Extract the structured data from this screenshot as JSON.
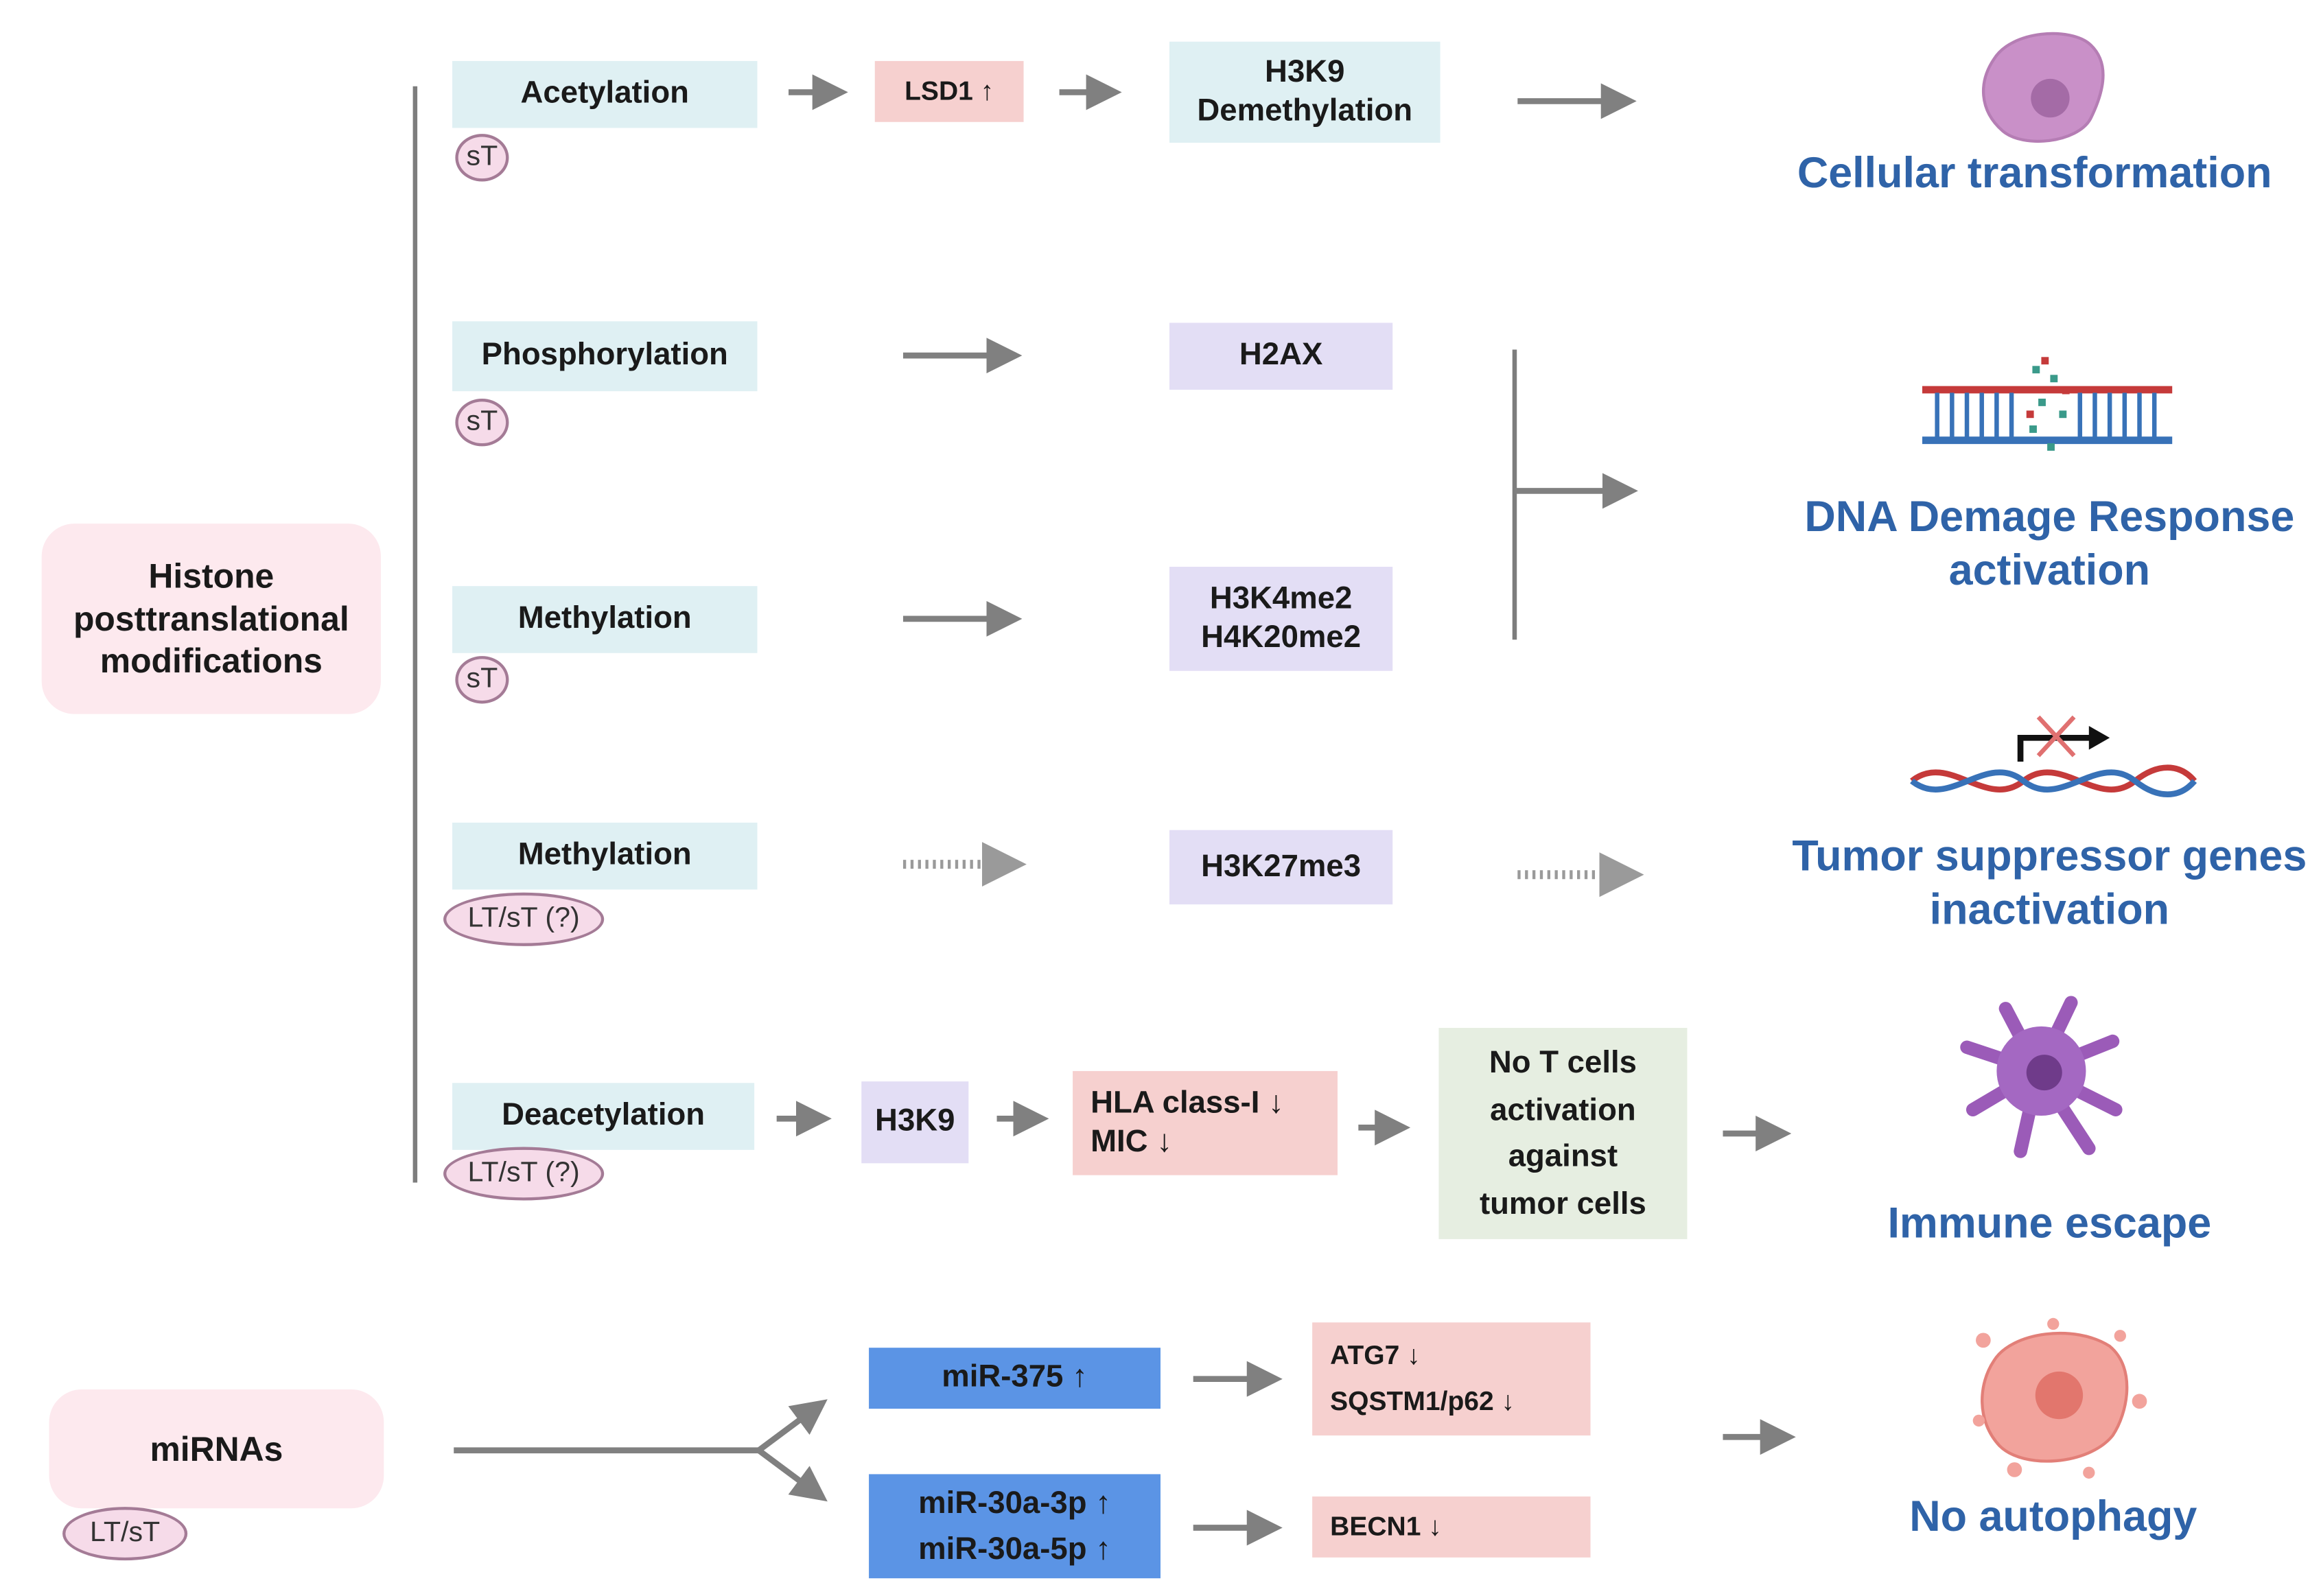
{
  "left": {
    "histone": "Histone posttranslational modifications",
    "mirnas": "miRNAs",
    "mirnas_tag": "LT/sT"
  },
  "rows": {
    "acetylation": {
      "label": "Acetylation",
      "tag": "sT",
      "mid": "LSD1 ↑",
      "target_line1": "H3K9",
      "target_line2": "Demethylation"
    },
    "phosphorylation": {
      "label": "Phosphorylation",
      "tag": "sT",
      "target": "H2AX"
    },
    "methylation1": {
      "label": "Methylation",
      "tag": "sT",
      "target_line1": "H3K4me2",
      "target_line2": "H4K20me2"
    },
    "methylation2": {
      "label": "Methylation",
      "tag": "LT/sT (?)",
      "target": "H3K27me3"
    },
    "deacetylation": {
      "label": "Deacetylation",
      "tag": "LT/sT (?)",
      "mid": "H3K9",
      "hla_line1": "HLA class-I ↓",
      "hla_line2": "MIC ↓",
      "tcell_line1": "No T cells",
      "tcell_line2": "activation",
      "tcell_line3": "against",
      "tcell_line4": "tumor cells"
    },
    "mir375": {
      "label": "miR-375 ↑",
      "target_line1": "ATG7 ↓",
      "target_line2": "SQSTM1/p62 ↓"
    },
    "mir30": {
      "label_line1": "miR-30a-3p ↑",
      "label_line2": "miR-30a-5p ↑",
      "target": "BECN1 ↓"
    }
  },
  "outcomes": {
    "cellular": "Cellular transformation",
    "ddr_line1": "DNA Demage Response",
    "ddr_line2": "activation",
    "tsg_line1": "Tumor suppressor genes",
    "tsg_line2": "inactivation",
    "immune": "Immune escape",
    "autophagy": "No autophagy"
  },
  "icons": [
    "cell-icon",
    "dna-damage-icon",
    "dna-silenced-icon",
    "immune-cell-icon",
    "apoptotic-cell-icon"
  ],
  "colors": {
    "cyan_box": "#dff0f3",
    "pink_box": "#f6d0cf",
    "lavender_box": "#e3def5",
    "green_box": "#e6eee1",
    "blue_box": "#5b94e5",
    "outcome_text": "#2f63a8",
    "arrow": "#808080"
  }
}
